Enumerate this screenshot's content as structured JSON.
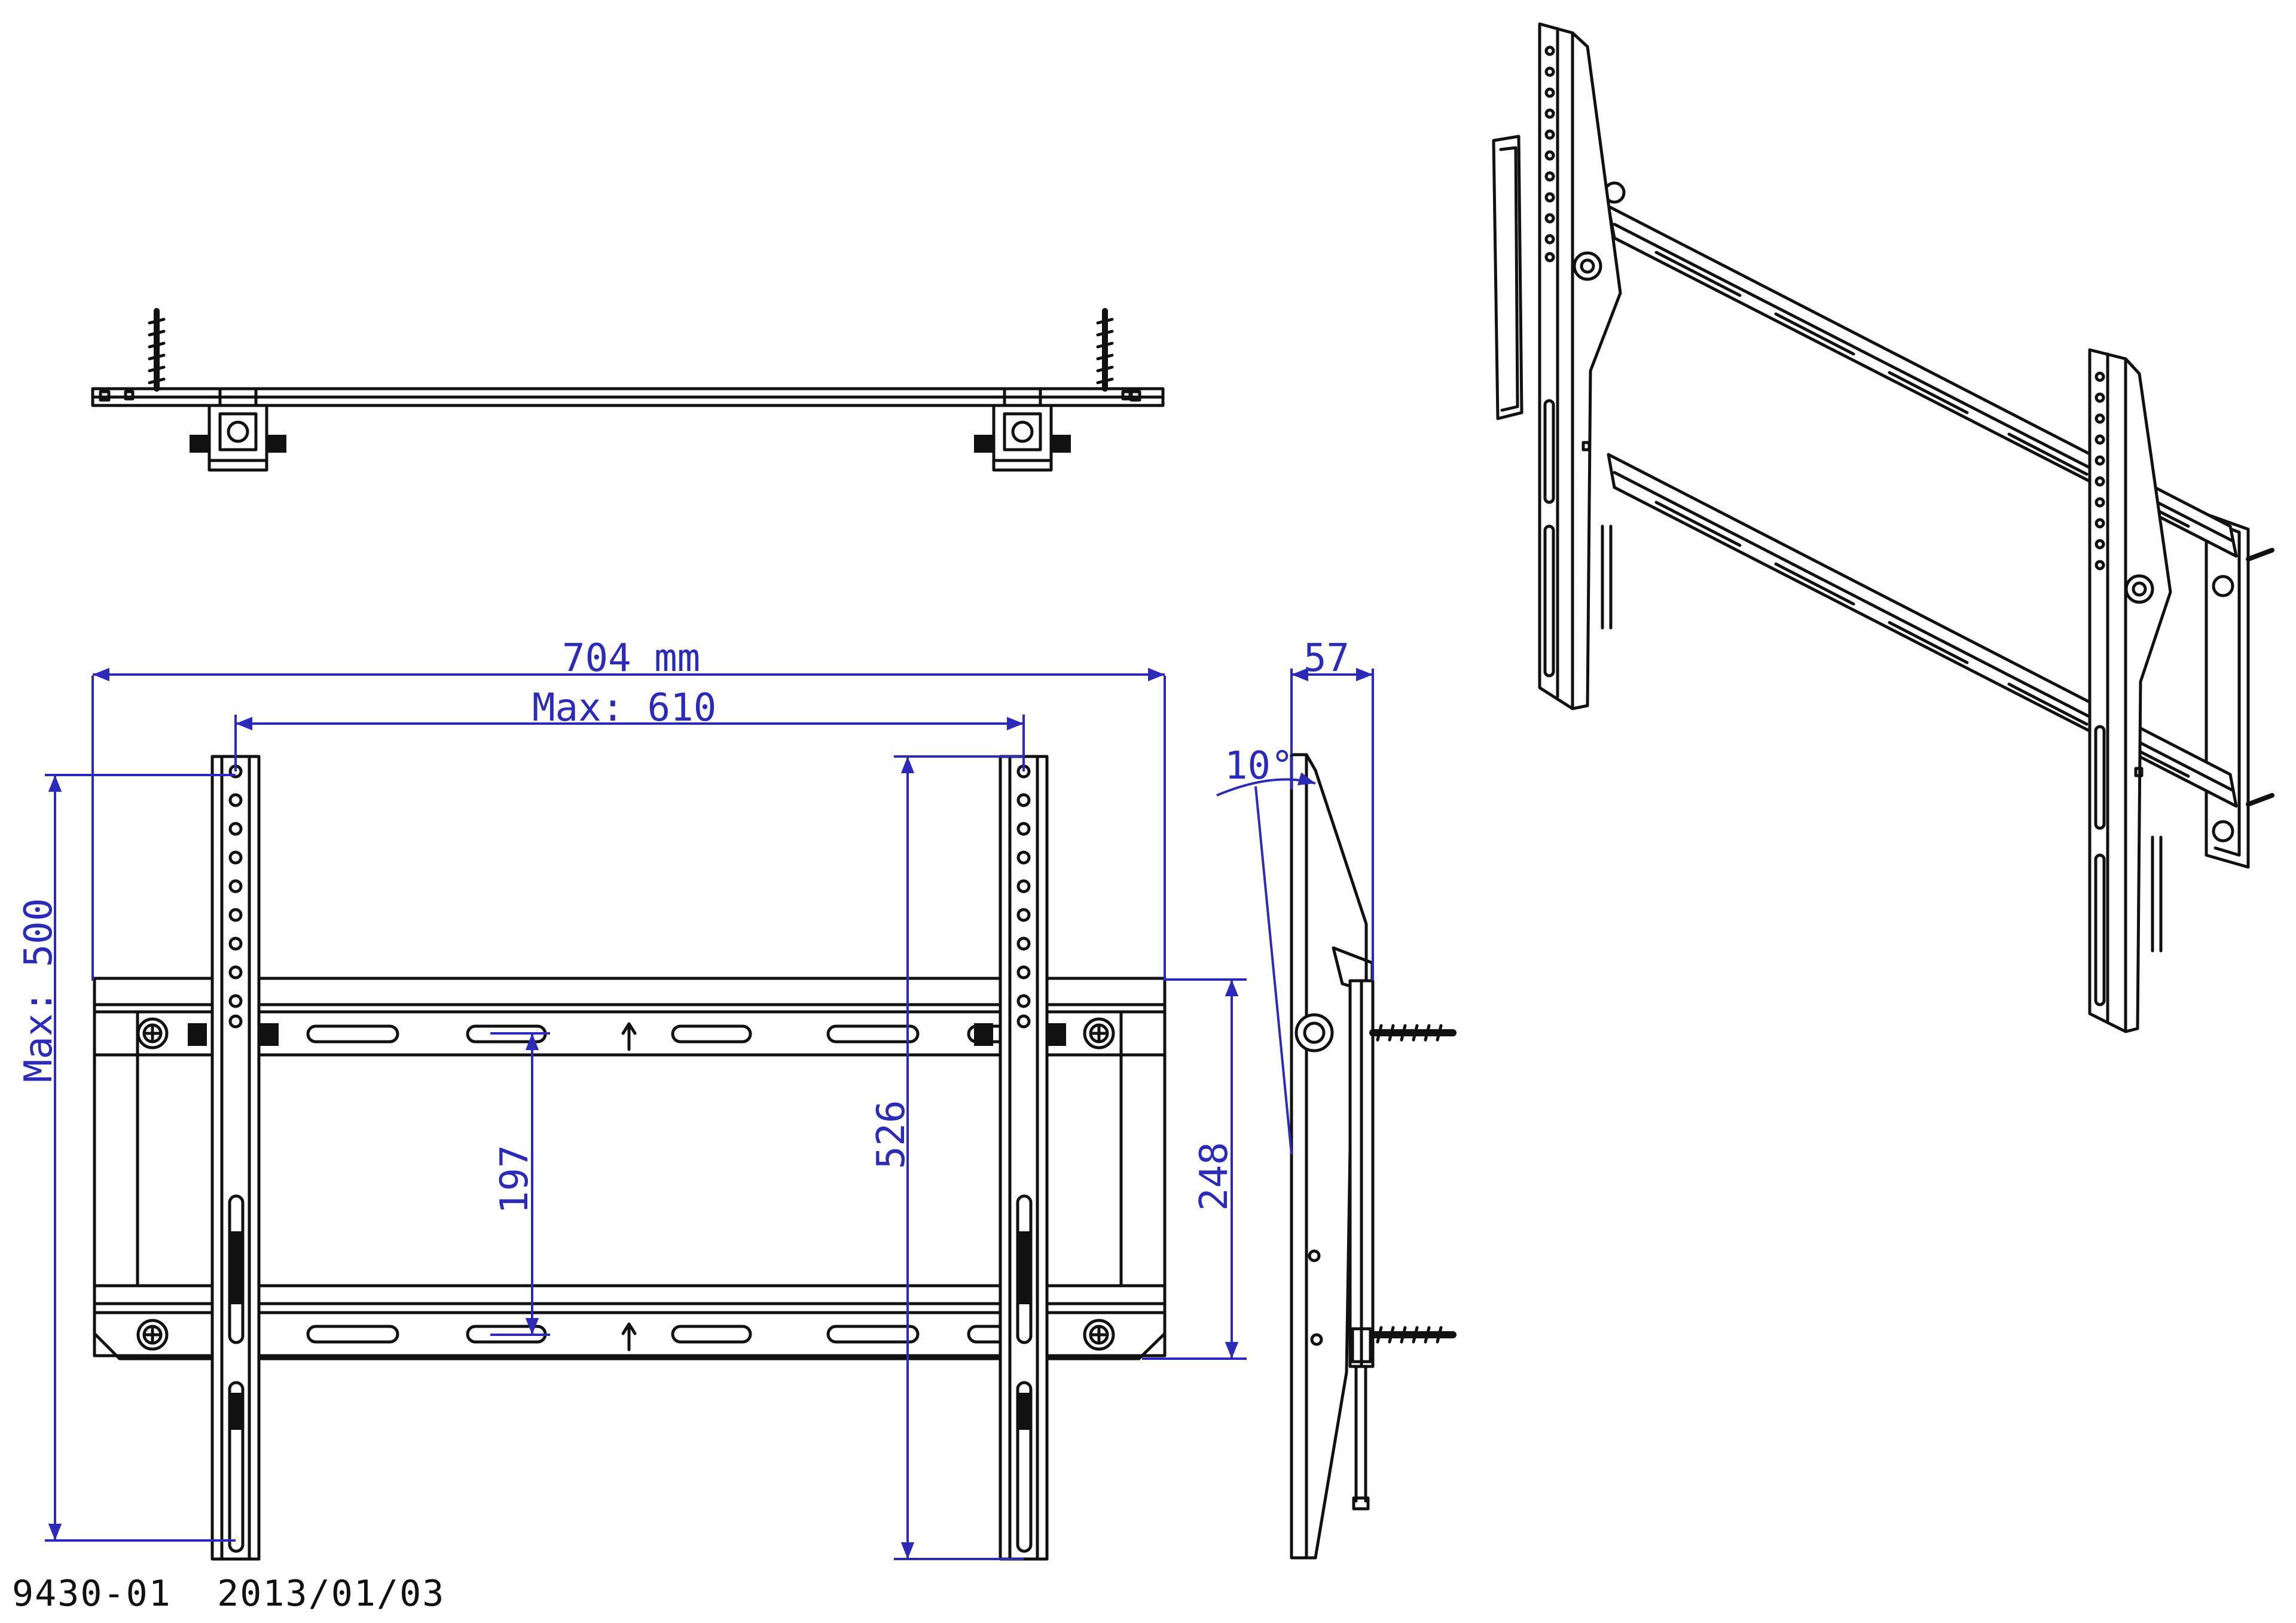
{
  "dimensions": {
    "overall_width": "704 mm",
    "max_horizontal": "Max: 610",
    "max_vertical": "Max: 500",
    "arm_length": "526",
    "rail_spacing": "197",
    "plate_height": "248",
    "depth": "57",
    "tilt_angle": "10°"
  },
  "footer": {
    "drawing_code": "9430-01",
    "date": "2013/01/03"
  },
  "colors": {
    "line": "#111111",
    "dimension": "#2b2bb8",
    "background": "#ffffff"
  }
}
